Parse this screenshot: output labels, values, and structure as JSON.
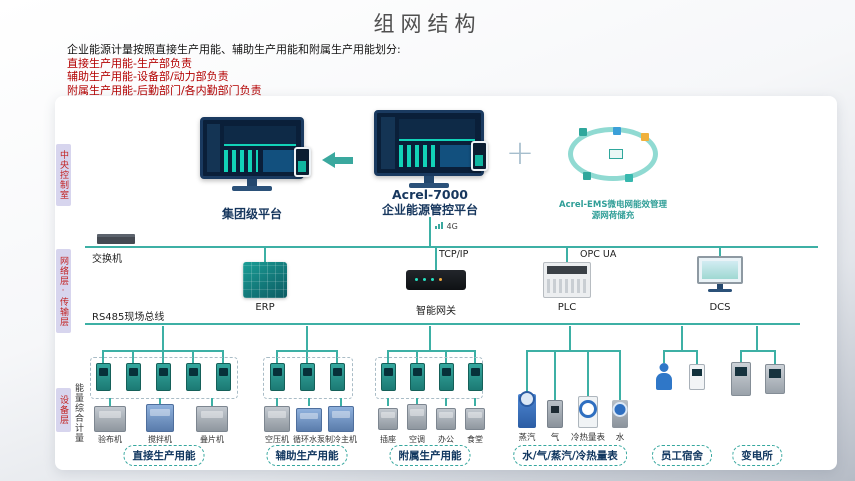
{
  "title": "组网结构",
  "intro": {
    "line1": "企业能源计量按照直接生产用能、辅助生产用能和附属生产用能划分:",
    "line2": "直接生产用能-生产部负责",
    "line3": "辅助生产用能-设备部/动力部负责",
    "line4": "附属生产用能-后勤部门/各内勤部门负责"
  },
  "layers": {
    "central": "中央控制室",
    "network": "网络层·传输层",
    "metering": "能量综合计量",
    "device": "设备层"
  },
  "central_room": {
    "group_platform": "集团级平台",
    "acrel_model": "Acrel-7000",
    "acrel_name": "企业能源管控平台",
    "ems_line1": "Acrel-EMS微电网能效管理",
    "ems_line2": "源网荷储充",
    "link_4g": "4G",
    "plus": "+"
  },
  "network_layer": {
    "switch": "交换机",
    "tcpip": "TCP/IP",
    "opcua": "OPC UA",
    "erp": "ERP",
    "gateway": "智能网关",
    "plc": "PLC",
    "dcs": "DCS",
    "fieldbus": "RS485现场总线"
  },
  "groups": [
    {
      "label": "直接生产用能",
      "equipment": [
        "验布机",
        "搅拌机",
        "叠片机"
      ]
    },
    {
      "label": "辅助生产用能",
      "equipment": [
        "空压机",
        "循环水泵",
        "制冷主机"
      ]
    },
    {
      "label": "附属生产用能",
      "equipment": [
        "插座",
        "空调",
        "办公",
        "食堂"
      ]
    },
    {
      "label": "水/气/蒸汽/冷热量表",
      "meter_labels": [
        "蒸汽",
        "气",
        "冷热量表",
        "水"
      ]
    },
    {
      "label": "员工宿舍"
    },
    {
      "label": "变电所"
    }
  ],
  "colors": {
    "accent_teal": "#3db0a5",
    "label_red": "#c22222",
    "navy": "#17375e",
    "lavender": "#d7d5ee"
  }
}
